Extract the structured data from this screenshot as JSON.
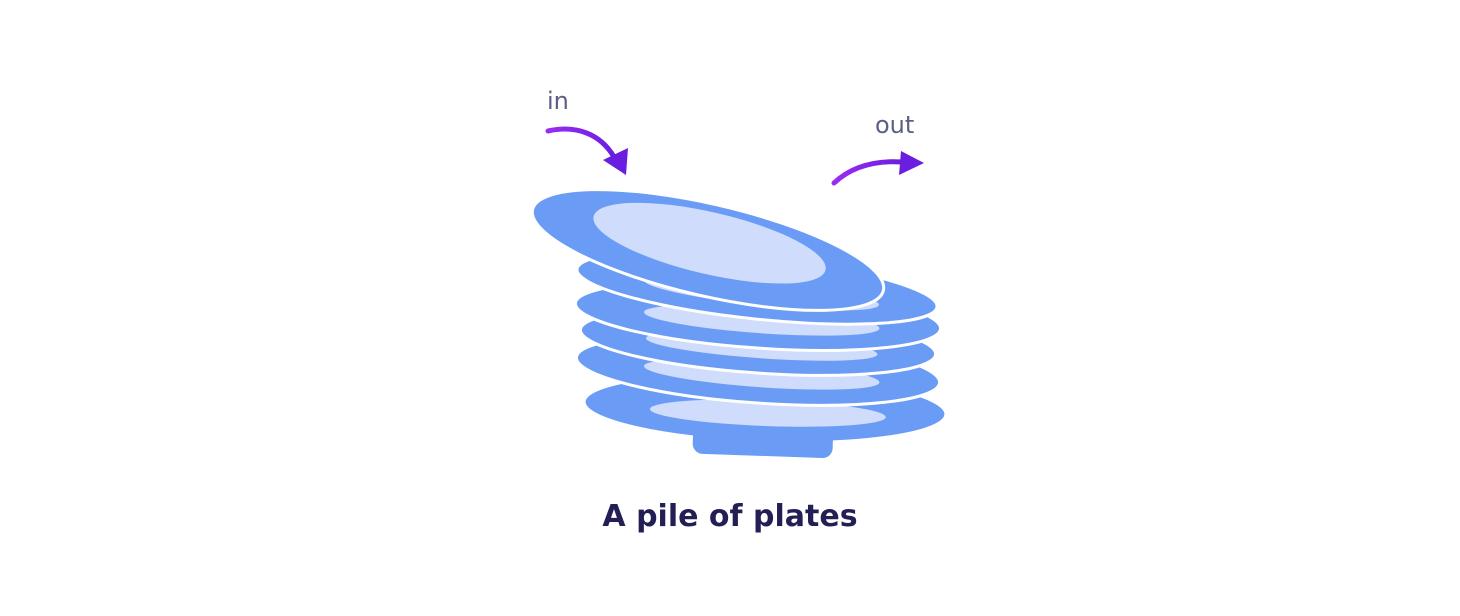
{
  "labels": {
    "in": "in",
    "out": "out"
  },
  "caption": "A pile of plates",
  "colors": {
    "plate": "#6b9cf5",
    "plate_inner": "#cfdcfc",
    "outline": "#ffffff",
    "arrow_start": "#9a2cf2",
    "arrow_end": "#6a1ee0",
    "label": "#5c5f85",
    "caption": "#221f55"
  },
  "icons": {
    "in_arrow": "curved-arrow-down-right-icon",
    "out_arrow": "curved-arrow-up-right-icon"
  }
}
